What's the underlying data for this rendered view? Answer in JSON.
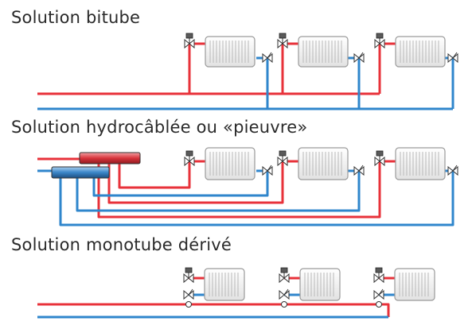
{
  "headings": {
    "bitube": "Solution bitube",
    "hydrocablee": "Solution hydrocâblée ou «pieuvre»",
    "monotube": "Solution monotube dérivé"
  },
  "colors": {
    "supply": "#e8323a",
    "return": "#2f86cc",
    "radiator_fill": "#eeeeee",
    "radiator_stroke": "#9a9a9a",
    "text": "#2a2a2a"
  }
}
